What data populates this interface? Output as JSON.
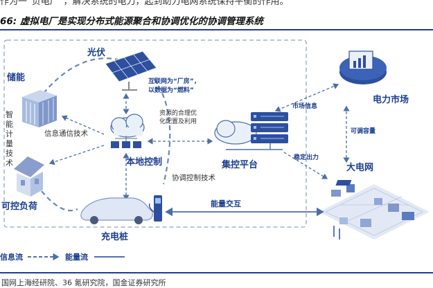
{
  "header": {
    "clipped_line": "作为一“负电厂”，解决系统的电力，起到助力电网系统保持平衡的作用。",
    "title": "66: 虚拟电厂是实现分布式能源聚合和协调优化的协调管理系统"
  },
  "diagram": {
    "nodes": {
      "solar": "光伏",
      "storage": "储能",
      "local_control": "本地控制",
      "central_platform": "集控平台",
      "power_market": "电力市场",
      "big_grid": "大电网",
      "controllable_load": "可控负荷",
      "charging_pile": "充电桩"
    },
    "labels": {
      "smart_metering": [
        "智",
        "能",
        "计",
        "量",
        "技",
        "术"
      ],
      "info_comm": "信息通信技术",
      "internet_line1": "互联网为“厂房”，",
      "internet_line2": "以数据为“燃料”",
      "resource_line1": "资源的合理优",
      "resource_line2": "化配置及利用",
      "coord_control": "协调控制技术",
      "market_info": "市场信息",
      "stable_output": "稳定出力",
      "adjustable_capacity": "可调容量",
      "energy_exchange": "能量交互"
    },
    "legend": {
      "info_flow": "信息流",
      "energy_flow": "能量流"
    },
    "colors": {
      "accent": "#1d3f8f",
      "arrow": "#4a6fa5",
      "dashed_frame": "#8ea2c8"
    }
  },
  "footer": {
    "source": "国网上海经研院、36 氪研究院，国金证券研究所"
  }
}
